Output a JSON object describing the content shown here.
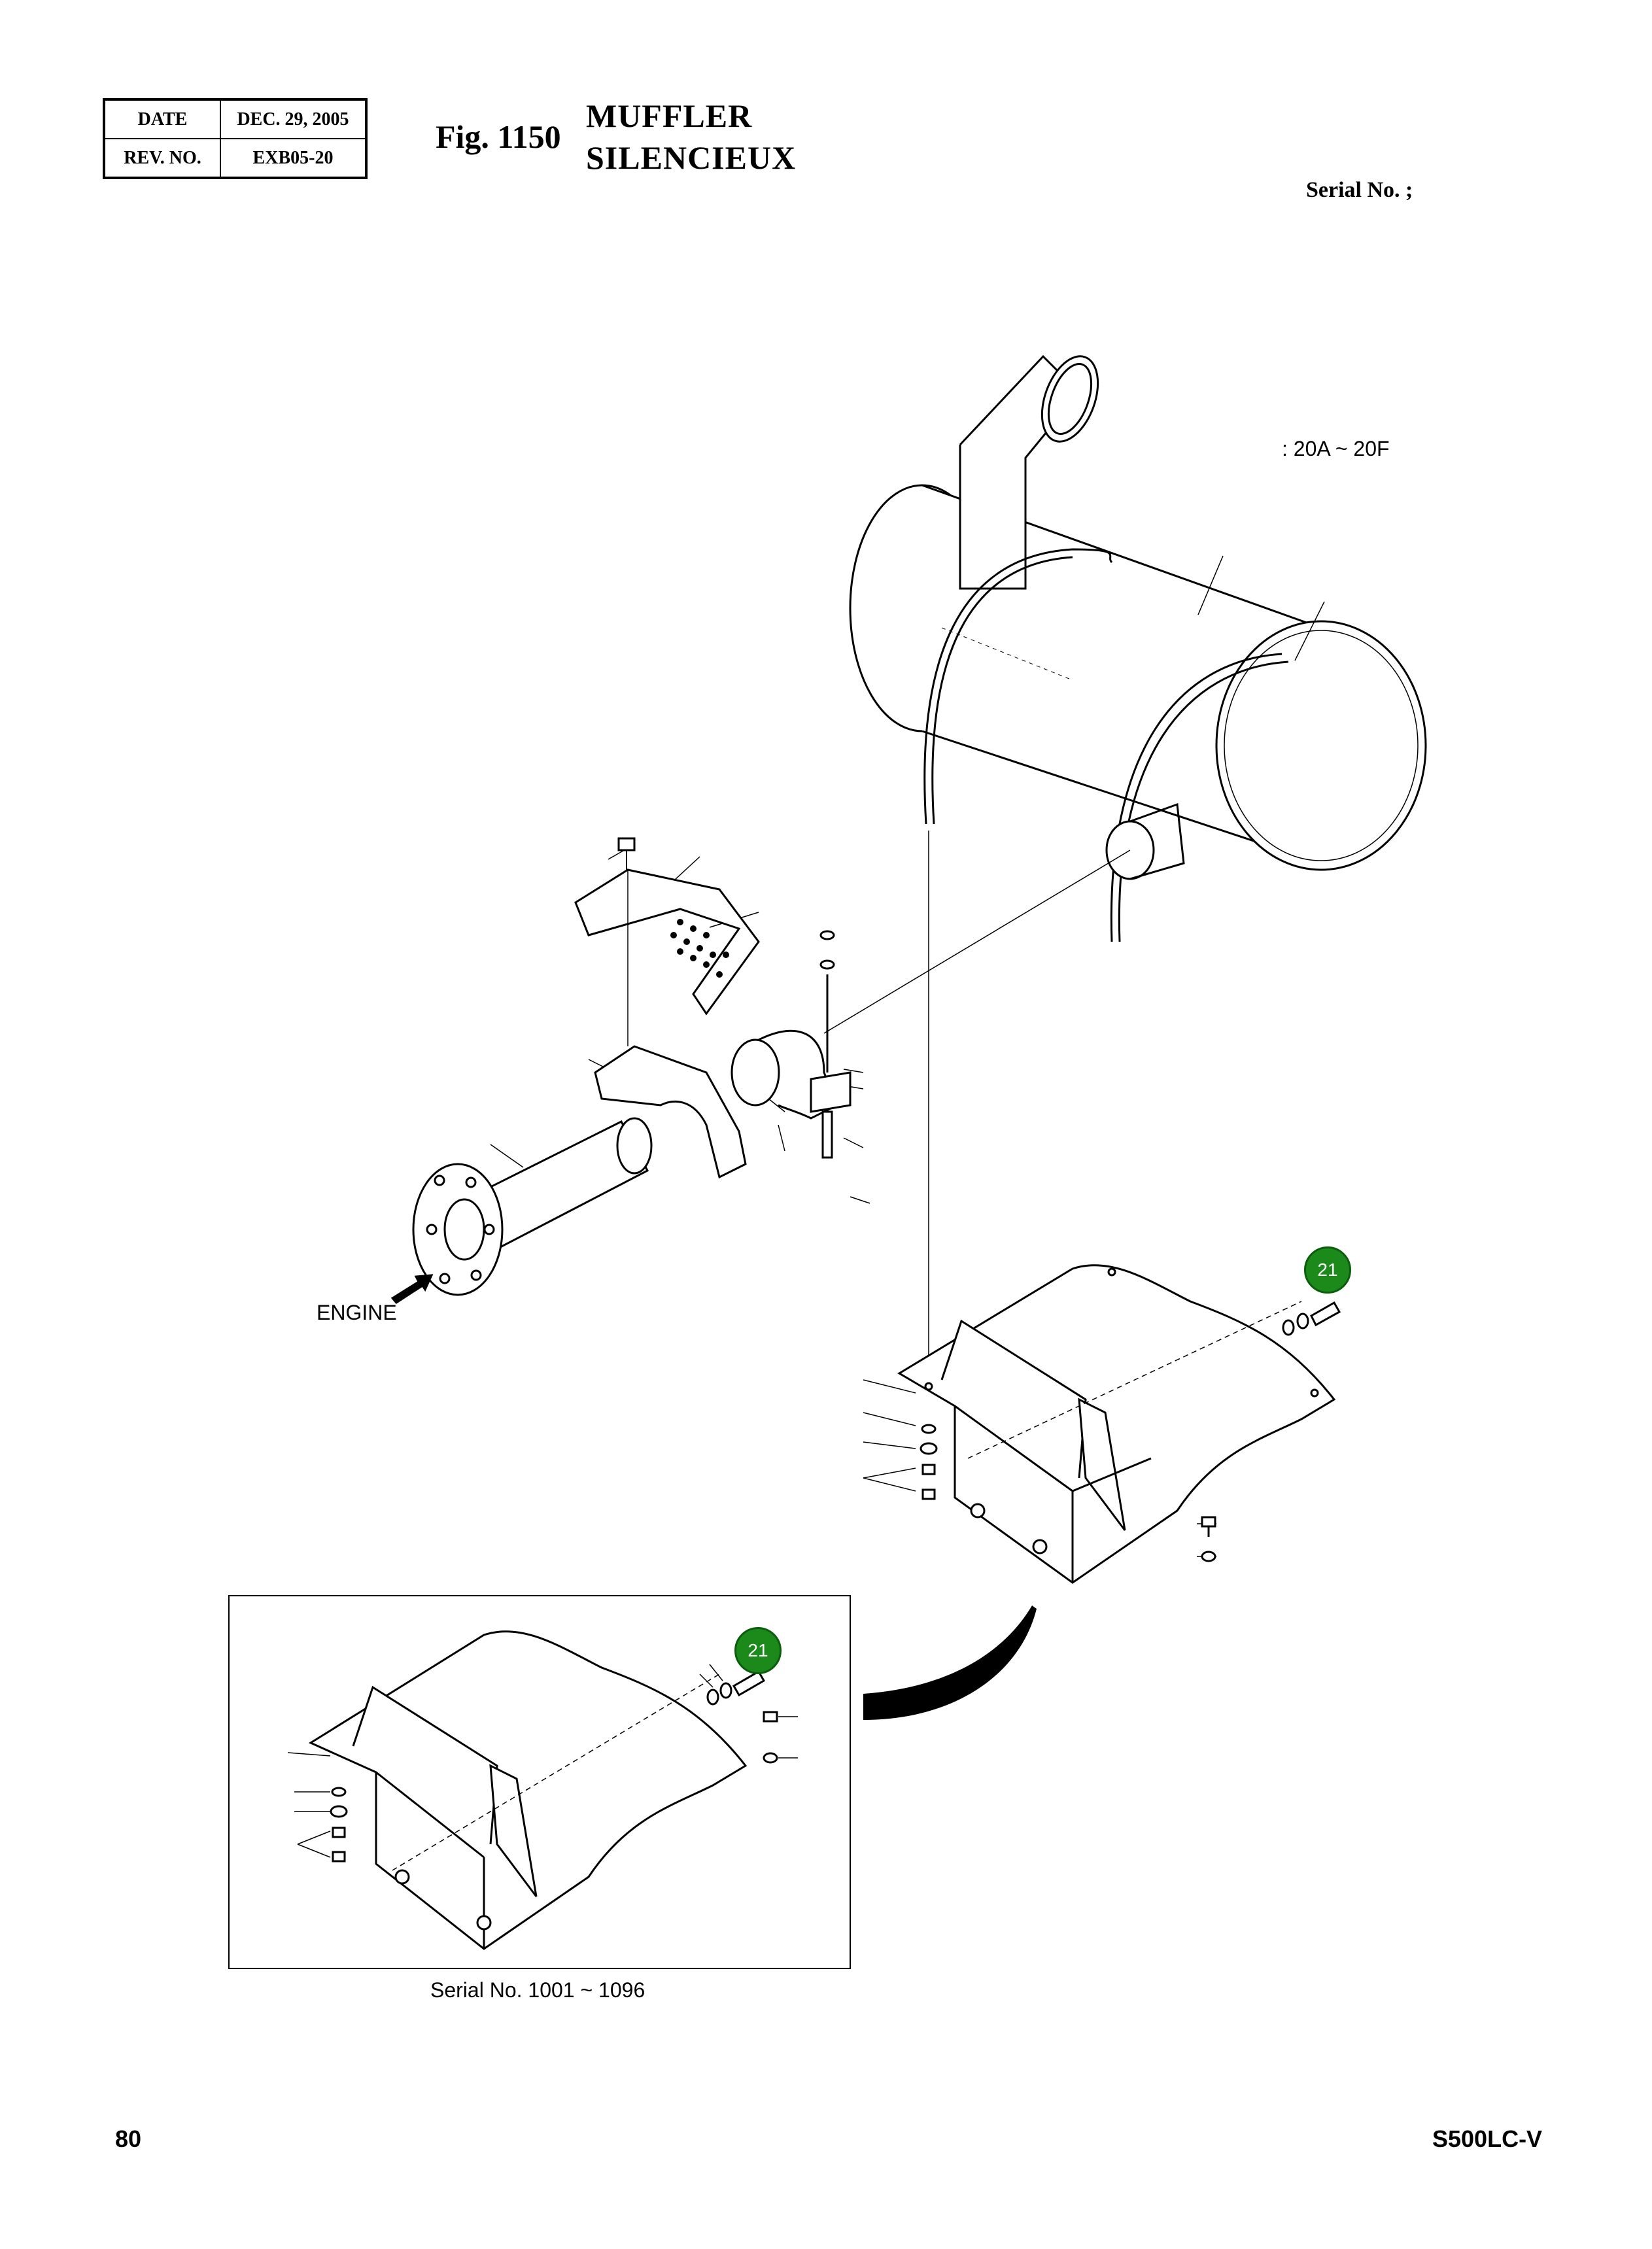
{
  "header": {
    "rows": [
      {
        "label": "DATE",
        "value": "DEC. 29, 2005"
      },
      {
        "label": "REV. NO.",
        "value": "EXB05-20"
      }
    ],
    "fig_label": "Fig. 1150",
    "title_en": "MUFFLER",
    "title_fr": "SILENCIEUX",
    "serial": "Serial No. ;"
  },
  "diagram": {
    "range_note": ": 20A ~ 20F",
    "engine_label": "ENGINE",
    "callout_main": "21",
    "callout_inset": "21",
    "inset_serial": "Serial No. 1001 ~ 1096"
  },
  "footer": {
    "page_number": "80",
    "model": "S500LC-V"
  }
}
